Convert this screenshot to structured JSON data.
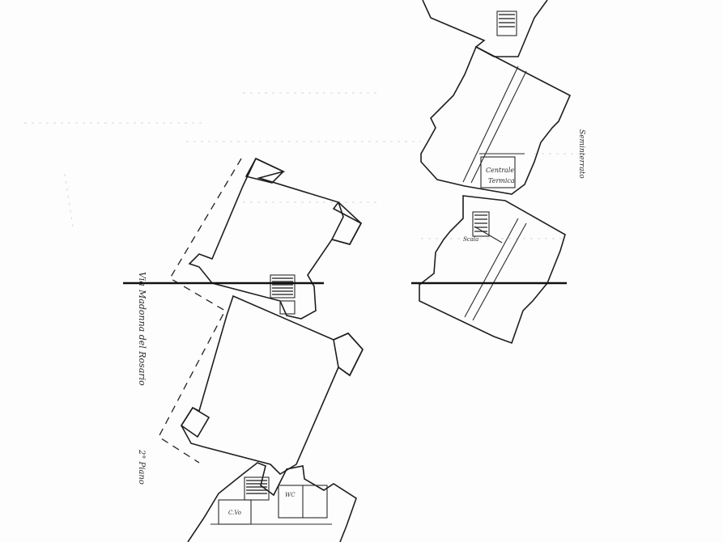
{
  "labels": {
    "street": "Via Madonna del Rosario",
    "street_short": "Via",
    "street_rest": "Madonna del Rosario",
    "floor": "2° Piano",
    "room_tech": "Centrale Termica",
    "room_tech_line1": "Centrale",
    "room_tech_line2": "Termica",
    "basement": "Seminterrato",
    "stair_note": "Scala",
    "room_a": "C.Vo",
    "room_b": "WC"
  }
}
